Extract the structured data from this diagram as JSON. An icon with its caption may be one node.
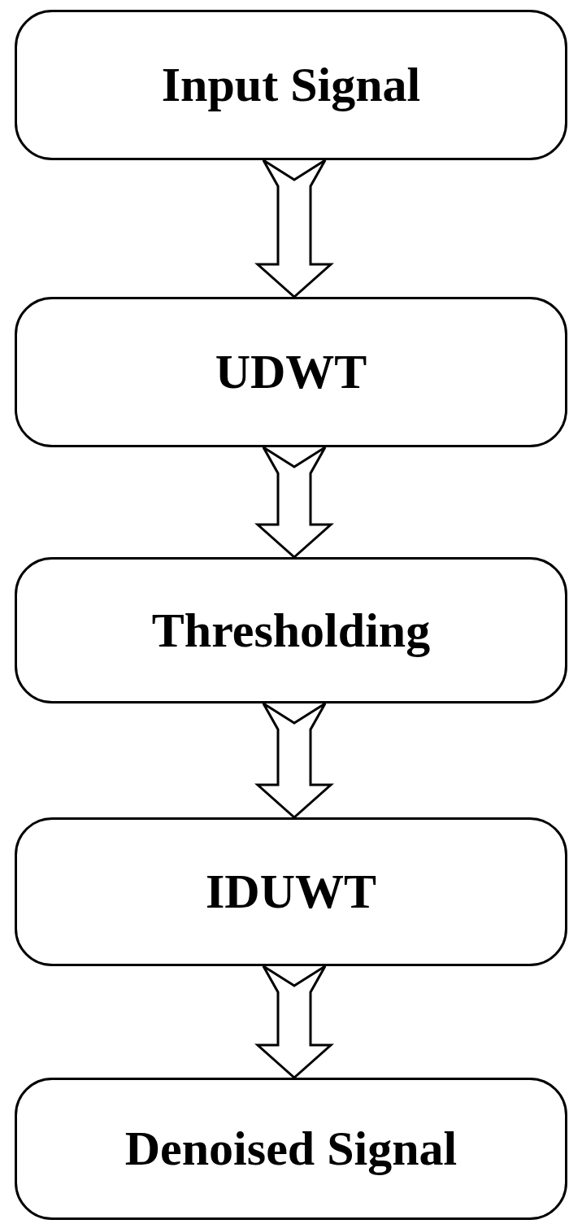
{
  "diagram": {
    "nodes": [
      {
        "text": [
          "Input Signal"
        ]
      },
      {
        "text": [
          "UDWT"
        ]
      },
      {
        "text": [
          "Thresholding"
        ]
      },
      {
        "text": [
          "IDUWT"
        ]
      },
      {
        "text": [
          "Denoised Signal"
        ]
      }
    ],
    "edges": [
      {
        "from": 0,
        "to": 1,
        "arrow": "to"
      },
      {
        "from": 1,
        "to": 2,
        "arrow": "to"
      },
      {
        "from": 2,
        "to": 3,
        "arrow": "to"
      },
      {
        "from": 3,
        "to": 4,
        "arrow": "to"
      }
    ]
  }
}
